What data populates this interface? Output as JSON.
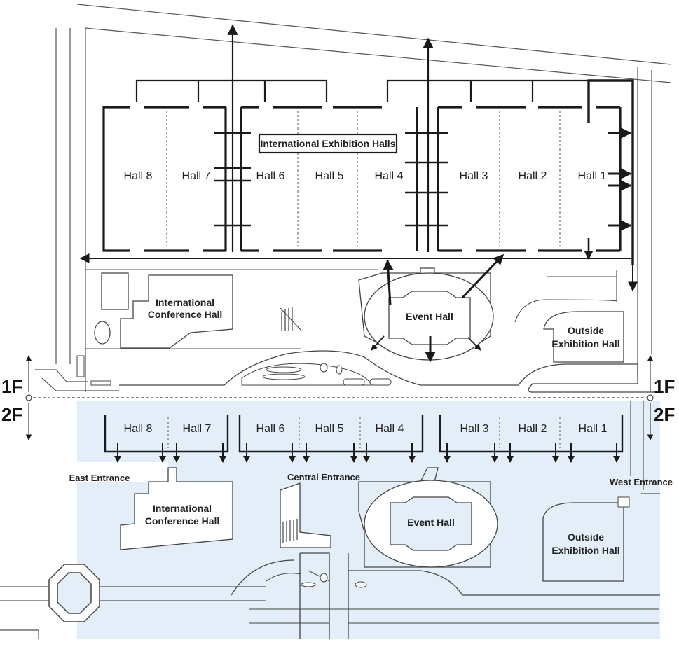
{
  "map": {
    "title_box": "International Exhibition Halls",
    "floors": {
      "upper": "1F",
      "lower": "2F"
    },
    "upper": {
      "halls": [
        "Hall 8",
        "Hall 7",
        "Hall 6",
        "Hall 5",
        "Hall 4",
        "Hall 3",
        "Hall 2",
        "Hall 1"
      ],
      "conference_line1": "International",
      "conference_line2": "Conference Hall",
      "event_hall": "Event Hall",
      "outside_line1": "Outside",
      "outside_line2": "Exhibition Hall"
    },
    "lower": {
      "halls": [
        "Hall 8",
        "Hall 7",
        "Hall 6",
        "Hall 5",
        "Hall 4",
        "Hall 3",
        "Hall 2",
        "Hall 1"
      ],
      "east_entrance": "East Entrance",
      "central_entrance": "Central Entrance",
      "west_entrance": "West Entrance",
      "conference_line1": "International",
      "conference_line2": "Conference Hall",
      "event_hall": "Event Hall",
      "outside_line1": "Outside",
      "outside_line2": "Exhibition Hall"
    },
    "colors": {
      "lower_floor_fill": "#e3eef9",
      "line": "#1a1a1a"
    }
  }
}
